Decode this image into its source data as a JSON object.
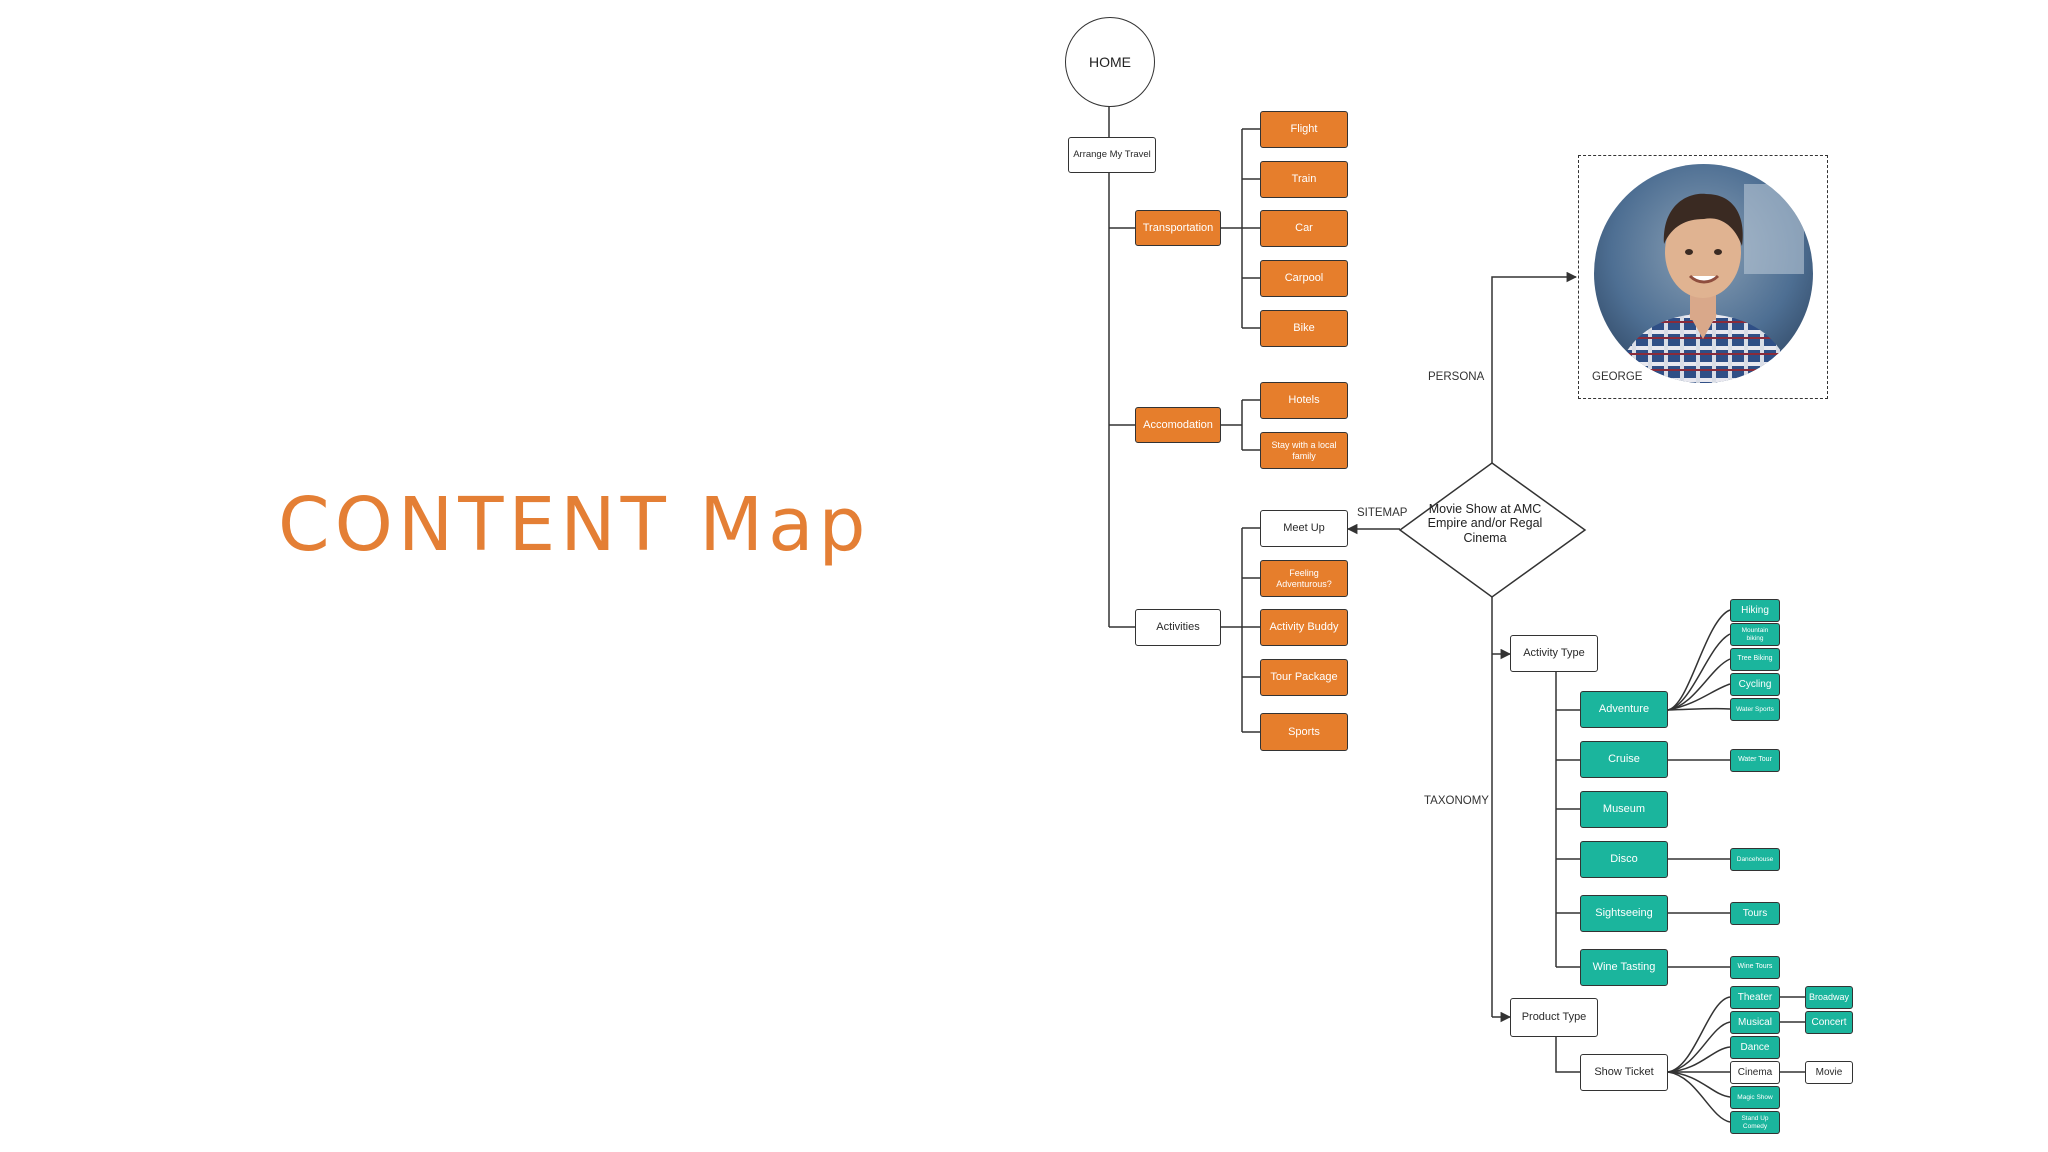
{
  "title": "CONTENT Map",
  "home": "HOME",
  "diamond": "Movie Show at AMC Empire and/or Regal Cinema",
  "labels": {
    "sitemap": "SITEMAP",
    "persona": "PERSONA",
    "taxonomy": "TAXONOMY",
    "george": "GEORGE"
  },
  "nodes": {
    "arrange": "Arrange My Travel",
    "transportation": "Transportation",
    "flight": "Flight",
    "train": "Train",
    "car": "Car",
    "carpool": "Carpool",
    "bike": "Bike",
    "accomodation": "Accomodation",
    "hotels": "Hotels",
    "stay": "Stay with a local family",
    "activities": "Activities",
    "meetup": "Meet Up",
    "feeling": "Feeling Adventurous?",
    "buddy": "Activity Buddy",
    "tour": "Tour Package",
    "sports": "Sports",
    "activity_type": "Activity Type",
    "adventure": "Adventure",
    "cruise": "Cruise",
    "museum": "Museum",
    "disco": "Disco",
    "sightseeing": "Sightseeing",
    "wine": "Wine Tasting",
    "hiking": "Hiking",
    "mountain": "Mountain biking",
    "tree": "Tree Biking",
    "cycling": "Cycling",
    "watersports": "Water Sports",
    "watertour": "Water Tour",
    "dancehouse": "Dancehouse",
    "tours": "Tours",
    "winetours": "Wine Tours",
    "product_type": "Product Type",
    "show_ticket": "Show Ticket",
    "theater": "Theater",
    "musical": "Musical",
    "dance": "Dance",
    "cinema": "Cinema",
    "magic": "Magic Show",
    "standup": "Stand Up Comedy",
    "broadway": "Broadway",
    "concert": "Concert",
    "movie": "Movie"
  },
  "colors": {
    "title": "#e47f35",
    "orange": "#e67e2c",
    "teal": "#1bb59d",
    "line": "#333333"
  },
  "icons": {
    "persona_photo": "person-avatar-icon"
  }
}
